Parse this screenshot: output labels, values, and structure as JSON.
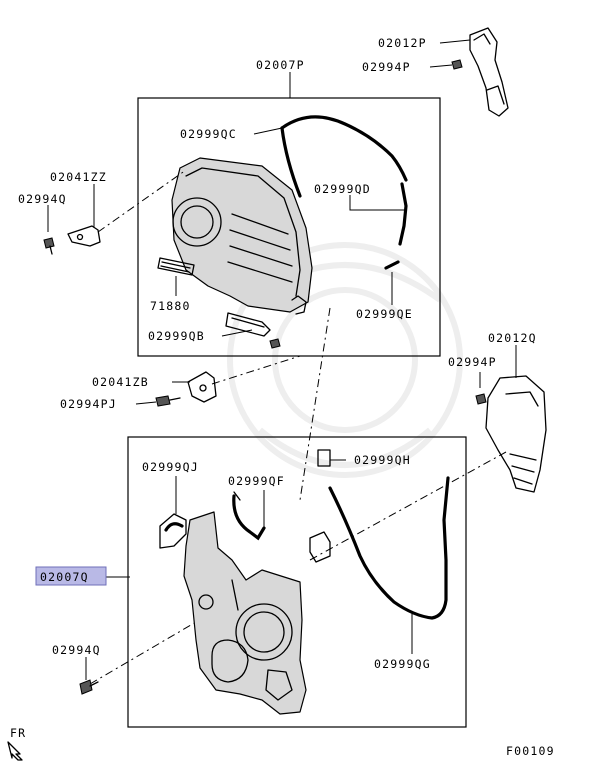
{
  "labels": {
    "p02012P": "02012P",
    "p02994P_top": "02994P",
    "p02007P": "02007P",
    "p02999QC": "02999QC",
    "p02041ZZ": "02041ZZ",
    "p02994Q_top": "02994Q",
    "p02999QD": "02999QD",
    "p71880": "71880",
    "p02999QE": "02999QE",
    "p02999QB": "02999QB",
    "p02012Q": "02012Q",
    "p02994P_right": "02994P",
    "p02041ZB": "02041ZB",
    "p02994PJ": "02994PJ",
    "p02999QH": "02999QH",
    "p02999QJ": "02999QJ",
    "p02999QF": "02999QF",
    "p02007Q": "02007Q",
    "p02994Q_bottom": "02994Q",
    "p02999QG": "02999QG"
  },
  "footer": {
    "fr_label": "FR",
    "figure_code": "F00109"
  },
  "colors": {
    "highlight": "#b9b9e6",
    "line": "#000000"
  }
}
